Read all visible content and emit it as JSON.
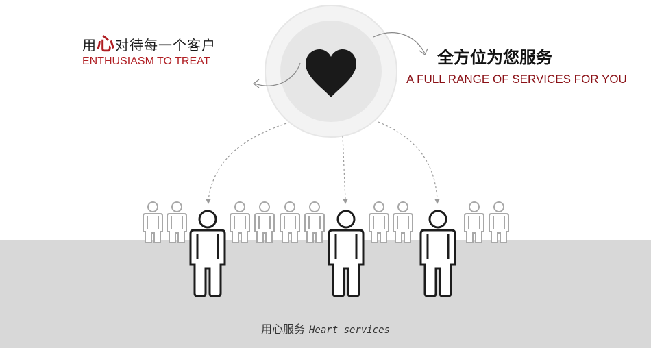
{
  "headline_left": {
    "zh_before": "用",
    "zh_accent": "心",
    "zh_after": "对待每一个客户",
    "en": "ENTHUSIASM TO TREAT"
  },
  "headline_right": {
    "zh": "全方位为您服务",
    "en": "A FULL RANGE OF SERVICES FOR YOU"
  },
  "caption": {
    "zh": "用心服务",
    "en": "Heart services"
  },
  "colors": {
    "accent_red": "#b01e23",
    "floor_gray": "#d8d8d8",
    "heart_black": "#1a1a1a",
    "figure_gray": "#9a9a9a"
  },
  "icons": {
    "center": "heart-icon",
    "people": "person-icon"
  }
}
